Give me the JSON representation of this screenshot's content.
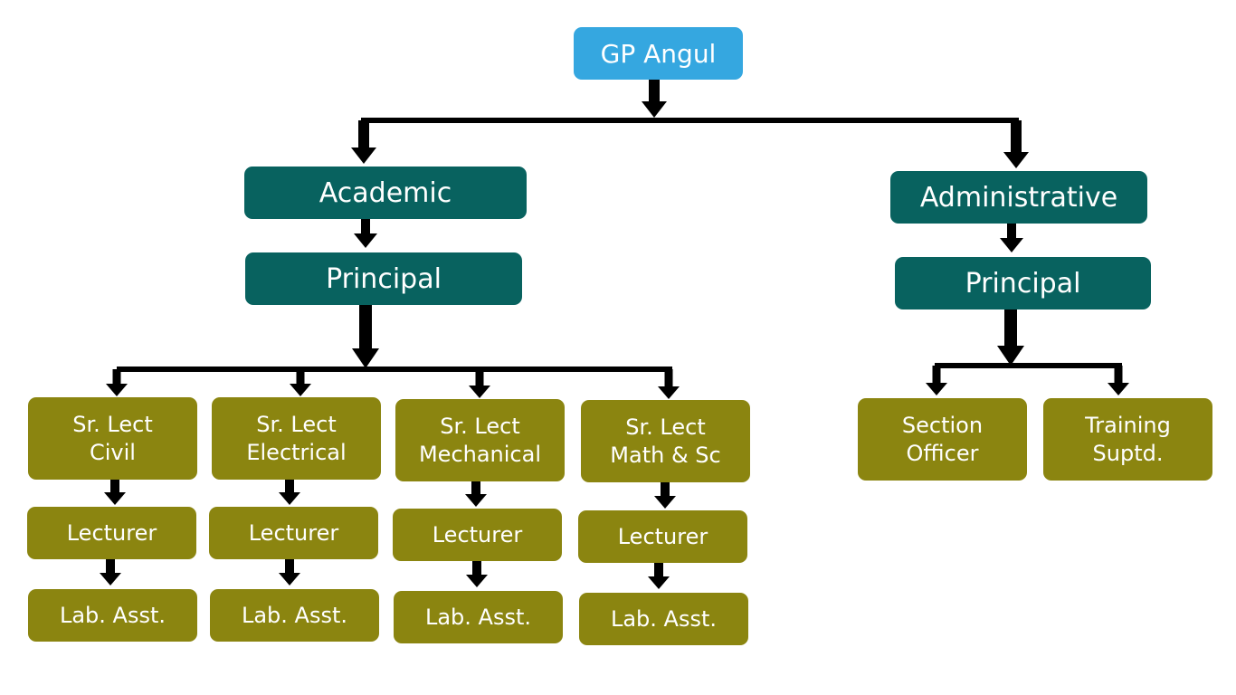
{
  "root": {
    "label": "GP Angul"
  },
  "academic": {
    "label": "Academic",
    "principal": "Principal",
    "departments": [
      {
        "head": "Sr. Lect\nCivil",
        "lecturer": "Lecturer",
        "lab": "Lab. Asst."
      },
      {
        "head": "Sr. Lect\nElectrical",
        "lecturer": "Lecturer",
        "lab": "Lab. Asst."
      },
      {
        "head": "Sr. Lect\nMechanical",
        "lecturer": "Lecturer",
        "lab": "Lab. Asst."
      },
      {
        "head": "Sr. Lect\nMath & Sc",
        "lecturer": "Lecturer",
        "lab": "Lab. Asst."
      }
    ]
  },
  "administrative": {
    "label": "Administrative",
    "principal": "Principal",
    "staff": [
      "Section\nOfficer",
      "Training\nSuptd."
    ]
  },
  "colors": {
    "root": "#35a7e0",
    "division": "#08625f",
    "staff": "#8b8510",
    "connector": "#000000"
  }
}
